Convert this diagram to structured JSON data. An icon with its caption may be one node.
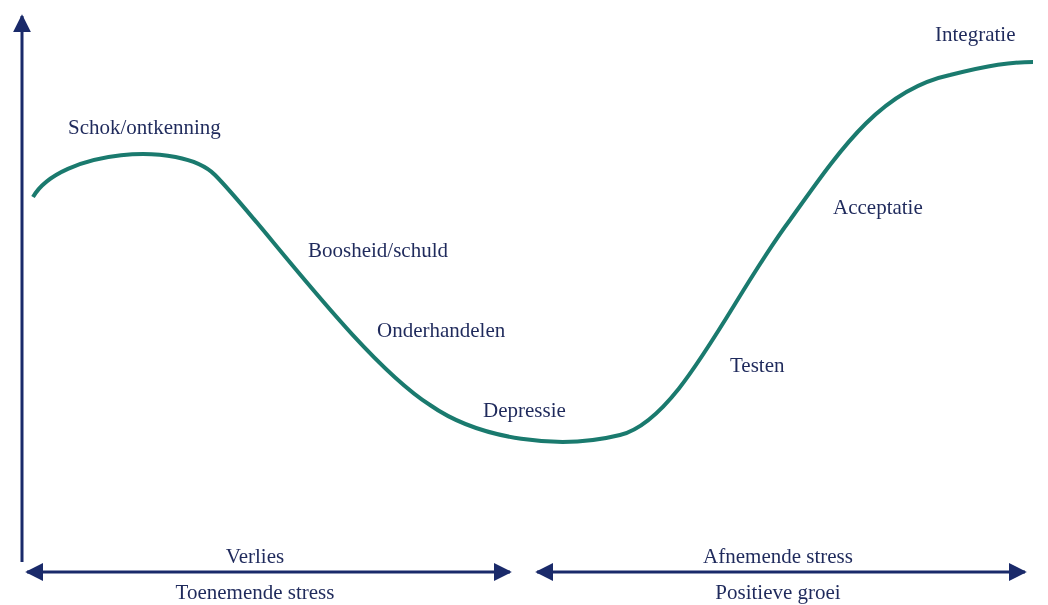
{
  "diagram": {
    "labels": [
      "Integratie",
      "Schok/ontkenning",
      "Acceptatie",
      "Boosheid/schuld",
      "Onderhandelen",
      "Testen",
      "Depressie",
      "Verlies",
      "Afnemende stress",
      "Toenemende stress",
      "Positieve groei"
    ]
  }
}
